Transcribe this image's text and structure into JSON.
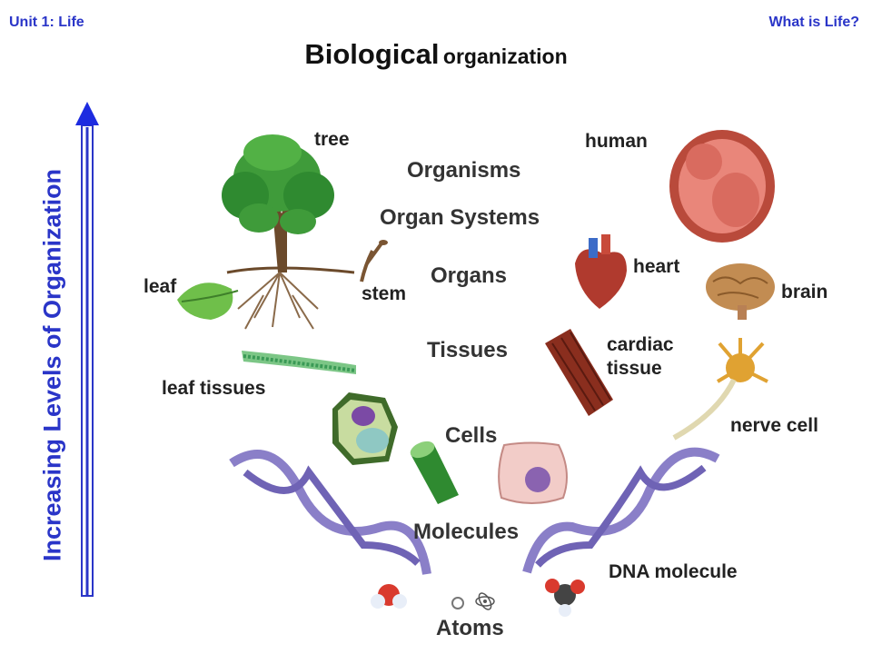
{
  "header": {
    "left": "Unit 1: Life",
    "right": "What is Life?"
  },
  "title": {
    "bold": "Biological",
    "rest": "organization"
  },
  "axis_label": "Increasing Levels of Organization",
  "levels": {
    "organisms": "Organisms",
    "organ_systems": "Organ Systems",
    "organs": "Organs",
    "tissues": "Tissues",
    "cells": "Cells",
    "molecules": "Molecules",
    "atoms": "Atoms"
  },
  "labels": {
    "tree": "tree",
    "leaf": "leaf",
    "stem": "stem",
    "leaf_tissues": "leaf tissues",
    "human": "human",
    "heart": "heart",
    "brain": "brain",
    "cardiac_tissue_1": "cardiac",
    "cardiac_tissue_2": "tissue",
    "nerve_cell": "nerve cell",
    "dna_molecule": "DNA molecule"
  },
  "colors": {
    "accent": "#2a35c8",
    "text": "#333333"
  }
}
